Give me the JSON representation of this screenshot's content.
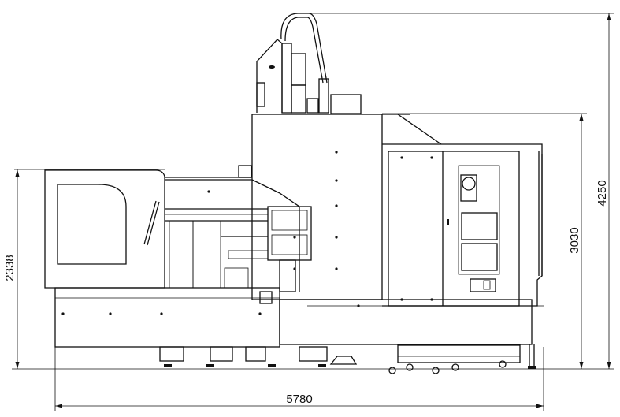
{
  "drawing": {
    "dimensions": {
      "height_enclosure": "2338",
      "height_column": "3030",
      "height_overall": "4250",
      "length_overall": "5780"
    },
    "ink_color": "#111111"
  }
}
